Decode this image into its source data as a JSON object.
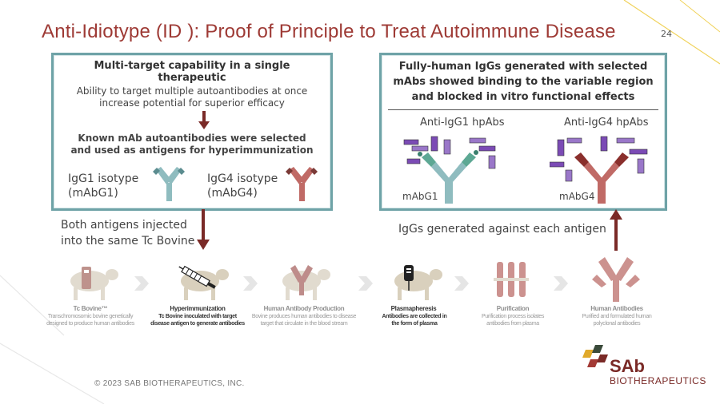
{
  "slide": {
    "title": "Anti-Idiotype (ID ): Proof of Principle to Treat Autoimmune Disease",
    "page_number": "24",
    "copyright": "© 2023 SAB BIOTHERAPEUTICS, INC."
  },
  "left_box": {
    "heading": "Multi-target capability in a single therapeutic",
    "subtext": "Ability to target multiple autoantibodies at once increase potential for superior efficacy",
    "known_text": "Known mAb autoantibodies were selected and used as antigens for hyperimmunization",
    "igg1_label_line1": "IgG1 isotype",
    "igg1_label_line2": "(mAbG1)",
    "igg4_label_line1": "IgG4 isotype",
    "igg4_label_line2": "(mAbG4)"
  },
  "right_box": {
    "heading": "Fully-human IgGs generated with selected mAbs showed binding to the variable region and blocked in vitro functional effects",
    "anti_igg1_label": "Anti-IgG1 hpAbs",
    "anti_igg4_label": "Anti-IgG4 hpAbs",
    "mabg1_label": "mAbG1",
    "mabg4_label": "mAbG4"
  },
  "annotations": {
    "both_antigens_line1": "Both antigens injected",
    "both_antigens_line2": "into the same Tc Bovine",
    "igg_generated": "IgGs generated against each antigen"
  },
  "pipeline": [
    {
      "title": "Tc Bovine™",
      "desc": "Transchromosomic bovine genetically designed to produce human antibodies"
    },
    {
      "title": "Hyperimmunization",
      "desc": "Tc Bovine inoculated with target disease antigen to generate antibodies"
    },
    {
      "title": "Human Antibody Production",
      "desc": "Bovine produces human antibodies to disease target that circulate in the blood stream"
    },
    {
      "title": "Plasmapheresis",
      "desc": "Antibodies are collected in the form of plasma"
    },
    {
      "title": "Purification",
      "desc": "Purification process isolates antibodies from plasma"
    },
    {
      "title": "Human Antibodies",
      "desc": "Purified and formulated human polyclonal antibodies"
    }
  ],
  "logo": {
    "brand": "SAb",
    "brand_line2": "BIOTHERAPEUTICS"
  },
  "colors": {
    "title_red": "#9e3a35",
    "box_border": "#6fa3a7",
    "igg1_teal": "#8fbcbf",
    "igg4_red": "#c06a66",
    "arrow_red": "#7a2a27",
    "purple": "#7b4bb5",
    "logo_gold": "#e0a92a"
  }
}
